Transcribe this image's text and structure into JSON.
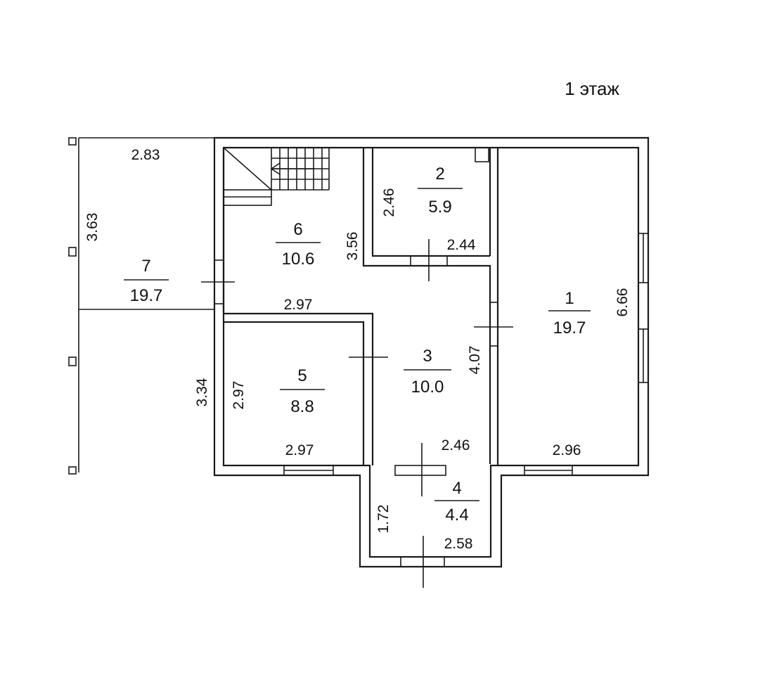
{
  "floor_title": "1 этаж",
  "rooms": {
    "r1": {
      "number": "1",
      "area": "19.7"
    },
    "r2": {
      "number": "2",
      "area": "5.9"
    },
    "r3": {
      "number": "3",
      "area": "10.0"
    },
    "r4": {
      "number": "4",
      "area": "4.4"
    },
    "r5": {
      "number": "5",
      "area": "8.8"
    },
    "r6": {
      "number": "6",
      "area": "10.6"
    },
    "r7": {
      "number": "7",
      "area": "19.7"
    }
  },
  "dimensions": {
    "r7_width": "2.83",
    "r7_height": "3.63",
    "r6_height": "3.56",
    "r6_width": "2.97",
    "r2_height": "2.46",
    "r2_width": "2.44",
    "r1_height": "6.66",
    "r1_width": "2.96",
    "r3_height": "4.07",
    "r3_width": "2.46",
    "r5_height_outer": "3.34",
    "r5_height_inner": "2.97",
    "r5_width": "2.97",
    "r4_height": "1.72",
    "r4_width": "2.58"
  }
}
